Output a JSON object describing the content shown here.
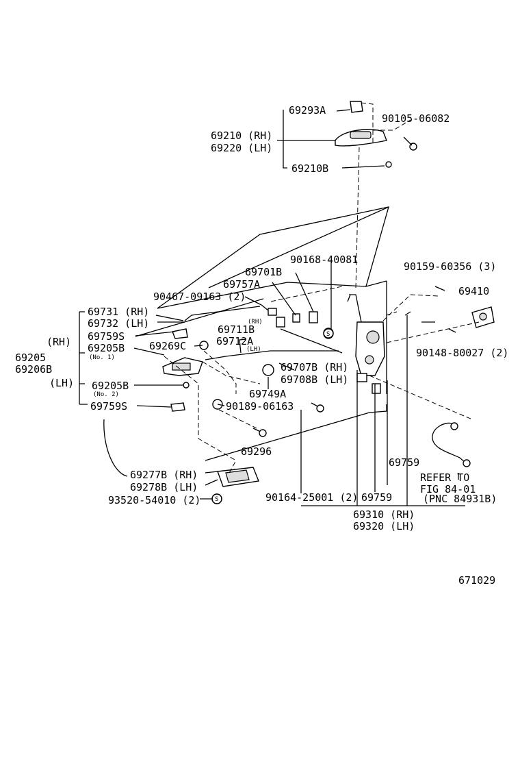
{
  "labels": {
    "p69293A": "69293A",
    "p90105": "90105-06082",
    "p69210": "69210 (RH)",
    "p69220": "69220 (LH)",
    "p69210B": "69210B",
    "p90168": "90168-40081",
    "p90159": "90159-60356 (3)",
    "p69410": "69410",
    "p69701B": "69701B",
    "p69757A": "69757A",
    "p90467": "90467-09163 (2)",
    "p69731": "69731 (RH)",
    "p69732": "69732 (LH)",
    "p69759S1": "69759S",
    "rh1": "(RH)",
    "p69205": "69205",
    "p69206B": "69206B",
    "lh1": "(LH)",
    "p69205B1": "69205B",
    "no1": "(No. 1)",
    "p69205B2": "69205B",
    "no2": "(No. 2)",
    "p69759S2": "69759S",
    "p69269C": "69269C",
    "p69711B": "69711B",
    "rhsm": "(RH)",
    "p69712A": "69712A",
    "lhsm": "(LH)",
    "p69707B": "69707B (RH)",
    "p69708B": "69708B (LH)",
    "p69749A": "69749A",
    "p90189": "90189-06163",
    "p90148": "90148-80027 (2)",
    "p69296": "69296",
    "p69759a": "69759",
    "p69277B": "69277B (RH)",
    "p69278B": "69278B (LH)",
    "p93520": "93520-54010 (2)",
    "p90164": "90164-25001 (2)",
    "p69759b": "69759",
    "refer1": "REFER TO",
    "refer2": "FIG 84-01",
    "refer3": "(PNC 84931B)",
    "p69310": "69310 (RH)",
    "p69320": "69320 (LH)",
    "figno": "671029",
    "s1": "S",
    "s2": "S"
  }
}
